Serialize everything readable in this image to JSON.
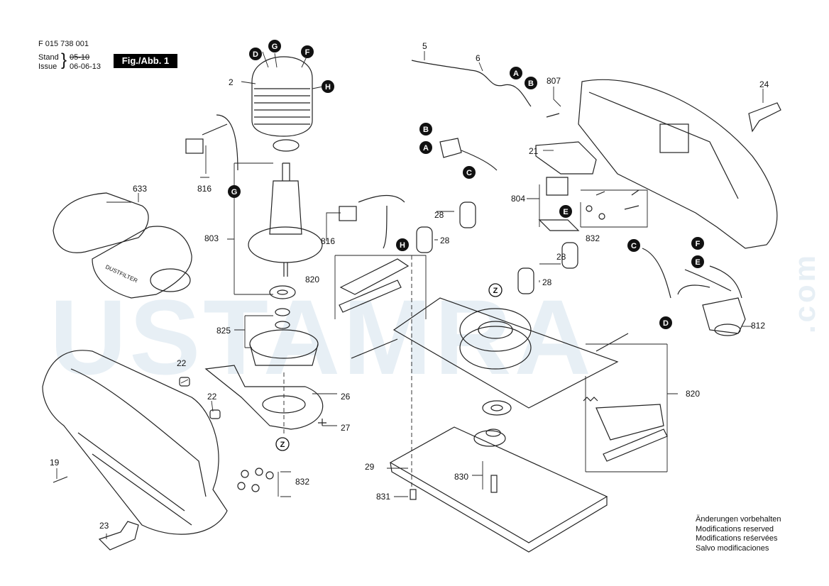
{
  "header": {
    "doc_number": "F 015 738 001",
    "stand_label": "Stand",
    "issue_label": "Issue",
    "stand_date_old": "05-10",
    "stand_date_new": "06-06-13",
    "figure": "Fig./Abb. 1"
  },
  "notes": [
    "Änderungen vorbehalten",
    "Modifications reserved",
    "Modifications reśervées",
    "Salvo modificaciones"
  ],
  "watermark": {
    "main": "USTAMRA",
    "suffix": ".com"
  },
  "part_numbers": {
    "p2": "2",
    "p5": "5",
    "p6": "6",
    "p19": "19",
    "p21": "21",
    "p22a": "22",
    "p22b": "22",
    "p23": "23",
    "p24": "24",
    "p26": "26",
    "p27": "27",
    "p28a": "28",
    "p28b": "28",
    "p28c": "28",
    "p28d": "28",
    "p29": "29",
    "p633": "633",
    "p803": "803",
    "p804": "804",
    "p807": "807",
    "p812": "812",
    "p816a": "816",
    "p816b": "816",
    "p820a": "820",
    "p820b": "820",
    "p825": "825",
    "p830": "830",
    "p831": "831",
    "p832a": "832",
    "p832b": "832"
  },
  "markers": {
    "D1": "D",
    "G1": "G",
    "F1": "F",
    "H1": "H",
    "G2": "G",
    "H2": "H",
    "Z1": "Z",
    "Z2": "Z",
    "A1": "A",
    "B1": "B",
    "B2": "B",
    "A2": "A",
    "C1": "C",
    "E1": "E",
    "C2": "C",
    "F2": "F",
    "E2": "E",
    "D2": "D"
  },
  "labels": {
    "dustfilter": "DUSTFILTER"
  }
}
